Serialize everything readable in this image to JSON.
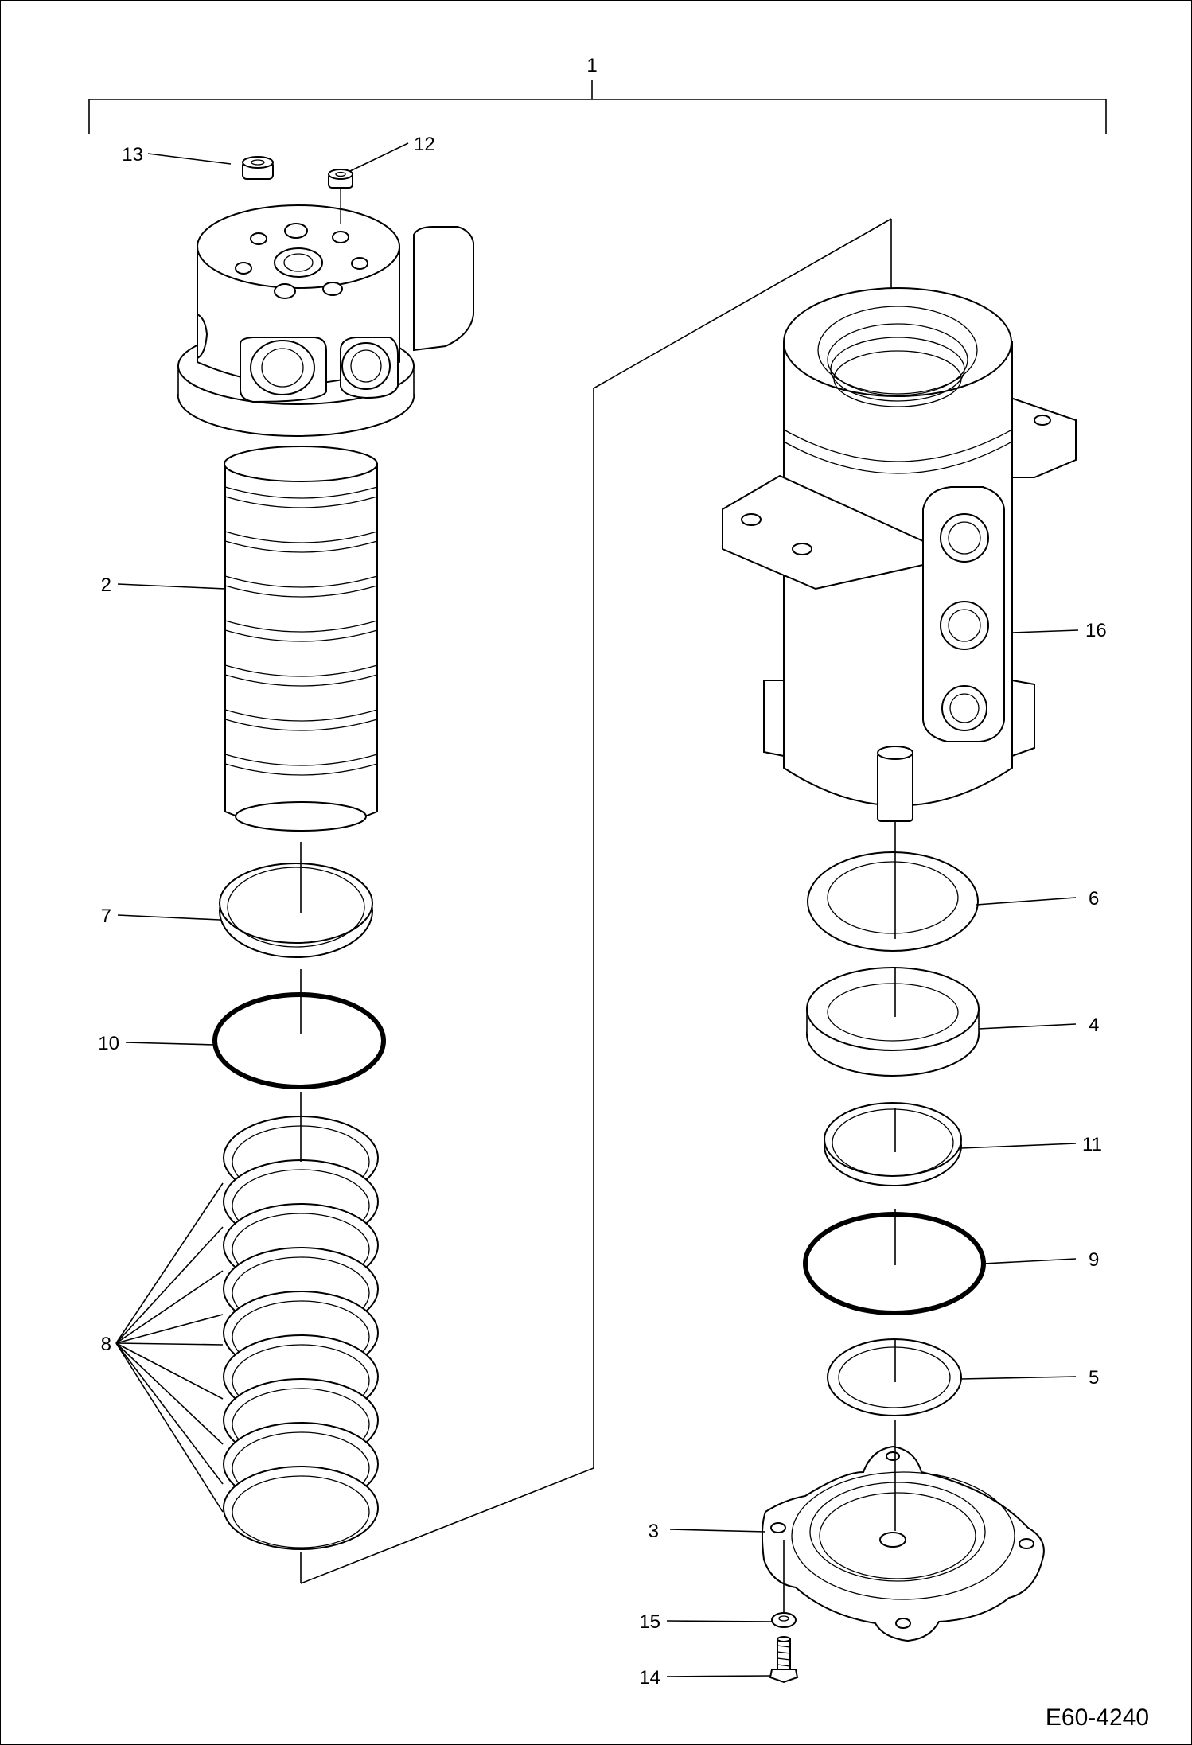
{
  "drawing": {
    "code": "E60-4240"
  },
  "callouts": [
    {
      "id": "c1",
      "label": "1"
    },
    {
      "id": "c2",
      "label": "2"
    },
    {
      "id": "c3",
      "label": "3"
    },
    {
      "id": "c4",
      "label": "4"
    },
    {
      "id": "c5",
      "label": "5"
    },
    {
      "id": "c6",
      "label": "6"
    },
    {
      "id": "c7",
      "label": "7"
    },
    {
      "id": "c8",
      "label": "8"
    },
    {
      "id": "c9",
      "label": "9"
    },
    {
      "id": "c10",
      "label": "10"
    },
    {
      "id": "c11",
      "label": "11"
    },
    {
      "id": "c12",
      "label": "12"
    },
    {
      "id": "c13",
      "label": "13"
    },
    {
      "id": "c14",
      "label": "14"
    },
    {
      "id": "c15",
      "label": "15"
    },
    {
      "id": "c16",
      "label": "16"
    }
  ]
}
